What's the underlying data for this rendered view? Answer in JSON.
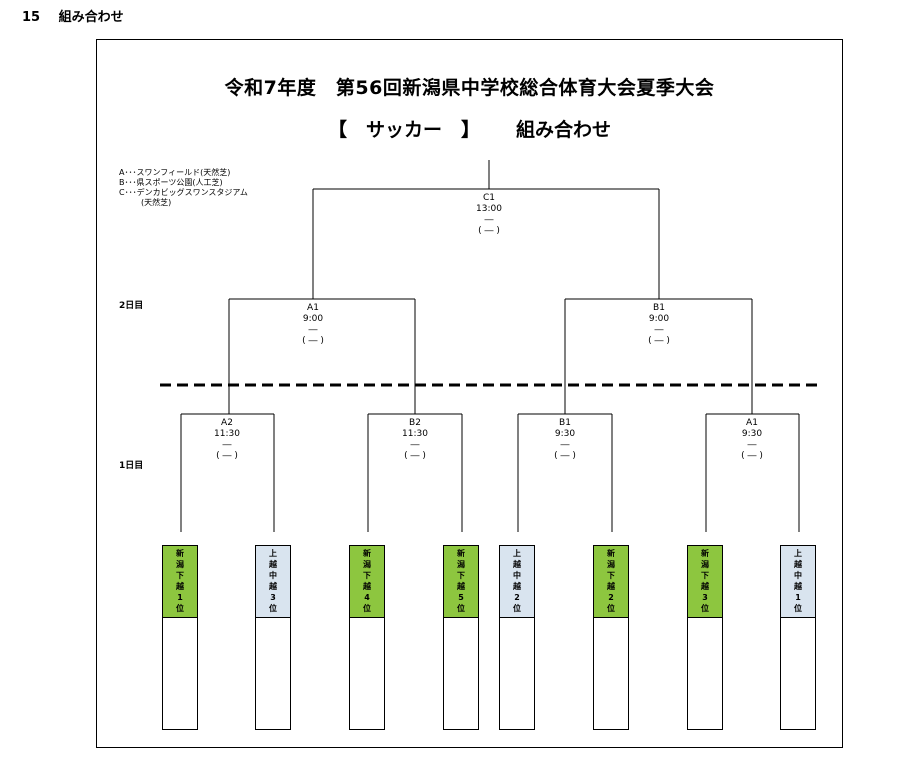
{
  "heading": {
    "number": "15",
    "text": "組み合わせ"
  },
  "title": {
    "line1": "令和7年度　第56回新潟県中学校総合体育大会夏季大会",
    "open_bracket": "【　サッカー　】",
    "subtitle": "組み合わせ"
  },
  "legend": [
    "A･･･スワンフィールド(天然芝)",
    "B･･･県スポーツ公園(人工芝)",
    "C･･･デンカビッグスワンスタジアム",
    "(天然芝)"
  ],
  "days": {
    "day2": "2日目",
    "day1": "1日目"
  },
  "score_placeholder": "―",
  "score_paren": "( ― )",
  "matches": {
    "final": {
      "venue": "C1",
      "time": "13:00"
    },
    "semi_left": {
      "venue": "A1",
      "time": "9:00"
    },
    "semi_right": {
      "venue": "B1",
      "time": "9:00"
    },
    "r1_1": {
      "venue": "A2",
      "time": "11:30"
    },
    "r1_2": {
      "venue": "B2",
      "time": "11:30"
    },
    "r1_3": {
      "venue": "B1",
      "time": "9:30"
    },
    "r1_4": {
      "venue": "A1",
      "time": "9:30"
    }
  },
  "teams": [
    {
      "label": "新潟下越1位",
      "color": "#8dc63f"
    },
    {
      "label": "上越中越3位",
      "color": "#d9e4ef"
    },
    {
      "label": "新潟下越4位",
      "color": "#8dc63f"
    },
    {
      "label": "新潟下越5位",
      "color": "#8dc63f"
    },
    {
      "label": "上越中越2位",
      "color": "#d9e4ef"
    },
    {
      "label": "新潟下越2位",
      "color": "#8dc63f"
    },
    {
      "label": "新潟下越3位",
      "color": "#8dc63f"
    },
    {
      "label": "上越中越1位",
      "color": "#d9e4ef"
    }
  ]
}
